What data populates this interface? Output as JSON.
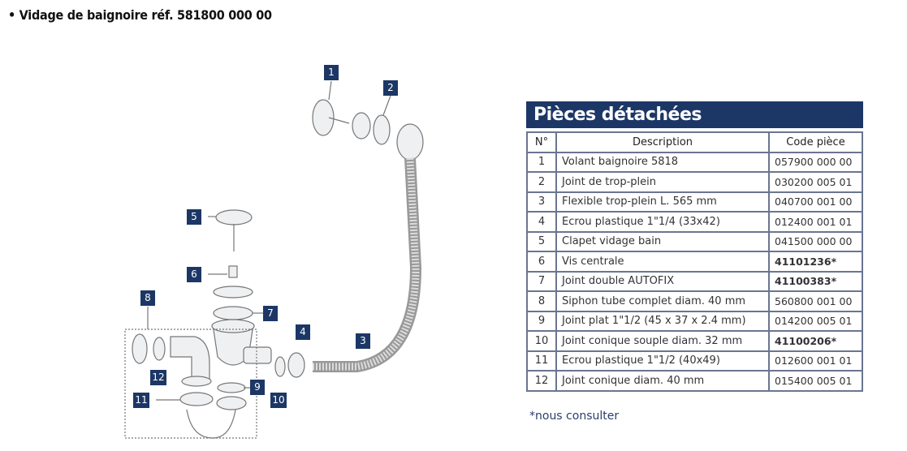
{
  "heading": "• Vidage de baignoire réf. 581800 000 00",
  "callouts": [
    "1",
    "2",
    "3",
    "4",
    "5",
    "6",
    "7",
    "8",
    "9",
    "10",
    "11",
    "12"
  ],
  "table": {
    "title": "Pièces détachées",
    "headers": [
      "N°",
      "Description",
      "Code pièce"
    ],
    "rows": [
      {
        "n": "1",
        "desc": "Volant baignoire 5818",
        "code": "057900 000 00",
        "bold": false
      },
      {
        "n": "2",
        "desc": "Joint de trop-plein",
        "code": "030200 005 01",
        "bold": false
      },
      {
        "n": "3",
        "desc": "Flexible trop-plein L. 565 mm",
        "code": "040700 001 00",
        "bold": false
      },
      {
        "n": "4",
        "desc": "Ecrou plastique 1\"1/4 (33x42)",
        "code": "012400 001 01",
        "bold": false
      },
      {
        "n": "5",
        "desc": "Clapet vidage bain",
        "code": "041500 000 00",
        "bold": false
      },
      {
        "n": "6",
        "desc": "Vis centrale",
        "code": "41101236*",
        "bold": true
      },
      {
        "n": "7",
        "desc": "Joint double AUTOFIX",
        "code": "41100383*",
        "bold": true
      },
      {
        "n": "8",
        "desc": "Siphon tube complet  diam. 40 mm",
        "code": "560800 001 00",
        "bold": false
      },
      {
        "n": "9",
        "desc": "Joint plat 1\"1/2 (45 x 37 x 2.4 mm)",
        "code": "014200 005 01",
        "bold": false
      },
      {
        "n": "10",
        "desc": "Joint conique souple diam. 32 mm",
        "code": "41100206*",
        "bold": true
      },
      {
        "n": "11",
        "desc": "Ecrou plastique 1\"1/2  (40x49)",
        "code": "012600 001 01",
        "bold": false
      },
      {
        "n": "12",
        "desc": "Joint conique diam. 40 mm",
        "code": "015400 005 01",
        "bold": false
      }
    ],
    "note": "*nous consulter"
  },
  "colors": {
    "navy": "#1c3766"
  }
}
